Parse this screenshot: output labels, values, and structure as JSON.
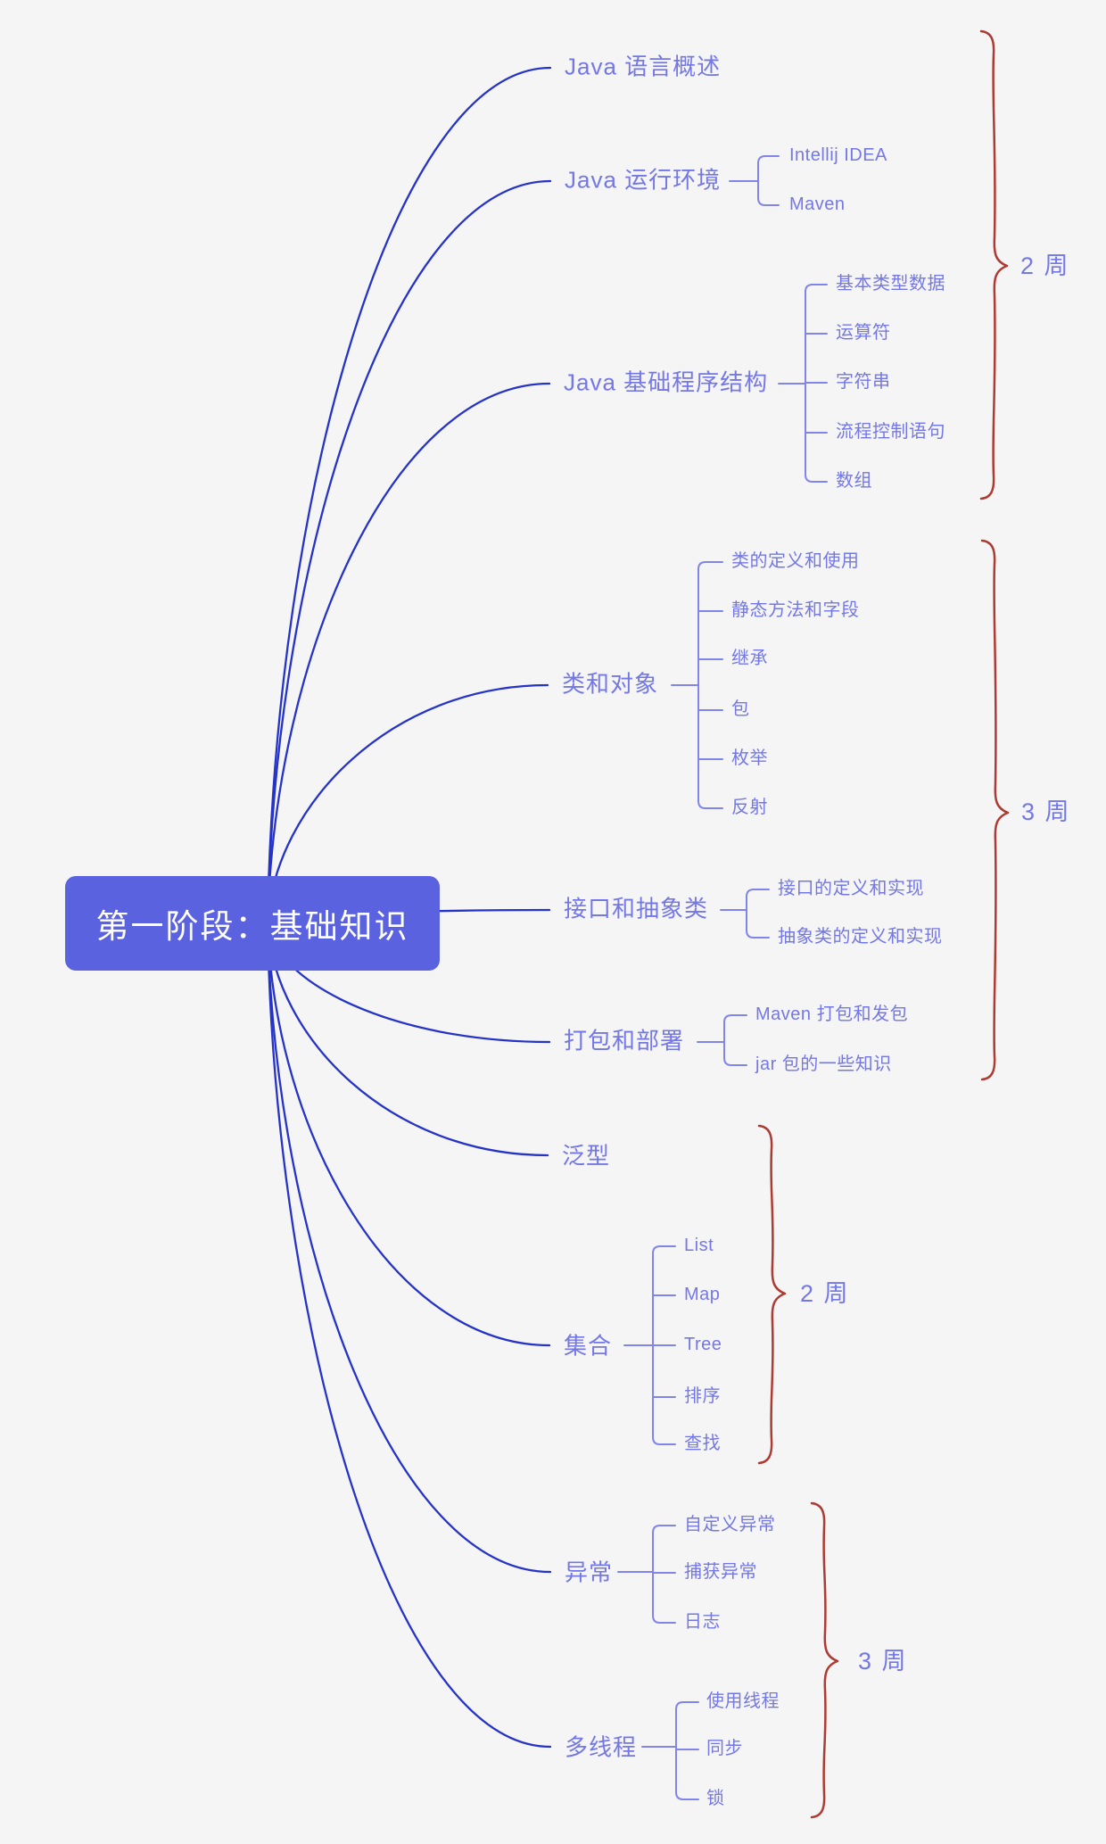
{
  "root": {
    "label": "第一阶段：基础知识"
  },
  "branches": [
    {
      "label": "Java 语言概述",
      "children": []
    },
    {
      "label": "Java 运行环境",
      "children": [
        "Intellij IDEA",
        "Maven"
      ]
    },
    {
      "label": "Java 基础程序结构",
      "children": [
        "基本类型数据",
        "运算符",
        "字符串",
        "流程控制语句",
        "数组"
      ]
    },
    {
      "label": "类和对象",
      "children": [
        "类的定义和使用",
        "静态方法和字段",
        "继承",
        "包",
        "枚举",
        "反射"
      ]
    },
    {
      "label": "接口和抽象类",
      "children": [
        "接口的定义和实现",
        "抽象类的定义和实现"
      ]
    },
    {
      "label": "打包和部署",
      "children": [
        "Maven 打包和发包",
        "jar 包的一些知识"
      ]
    },
    {
      "label": "泛型",
      "children": []
    },
    {
      "label": "集合",
      "children": [
        "List",
        "Map",
        "Tree",
        "排序",
        "查找"
      ]
    },
    {
      "label": "异常",
      "children": [
        "自定义异常",
        "捕获异常",
        "日志"
      ]
    },
    {
      "label": "多线程",
      "children": [
        "使用线程",
        "同步",
        "锁"
      ]
    }
  ],
  "durations": [
    {
      "label": "2 周"
    },
    {
      "label": "3 周"
    },
    {
      "label": "2 周"
    },
    {
      "label": "3 周"
    }
  ],
  "colors": {
    "background": "#f5f5f6",
    "root_fill": "#5b62e0",
    "root_text": "#ffffff",
    "node_text": "#7477e6",
    "branch_curve": "#2533c6",
    "connector": "#8185ea",
    "brace": "#ad3b32"
  }
}
